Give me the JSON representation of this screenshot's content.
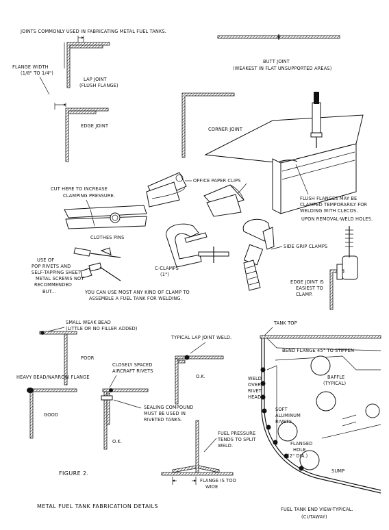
{
  "figure": {
    "caption": "FIGURE 2.",
    "title": "METAL FUEL TANK FABRICATION DETAILS"
  },
  "joints": {
    "intro": "JOINTS COMMONLY USED IN FABRICATING METAL FUEL TANKS.",
    "flange_width_line1": "FLANGE WIDTH",
    "flange_width_line2": "(1/8\" TO 1/4\")",
    "lap_joint_line1": "LAP JOINT",
    "lap_joint_line2": "(FLUSH FLANGE)",
    "edge_joint": "EDGE JOINT",
    "butt_joint_line1": "BUTT JOINT",
    "butt_joint_line2": "(WEAKEST IN FLAT UNSUPPORTED AREAS)",
    "corner_joint": "CORNER JOINT"
  },
  "clamping": {
    "cut_here_line1": "CUT HERE TO INCREASE",
    "cut_here_line2": "CLAMPING PRESSURE.",
    "office_clips": "OFFICE PAPER CLIPS",
    "clothes_pins": "CLOTHES PINS",
    "c_clamps_line1": "C-CLAMPS",
    "c_clamps_line2": "(1\")",
    "side_grip": "SIDE GRIP CLAMPS",
    "flush_line1": "FLUSH FLANGES MAY BE",
    "flush_line2": "CLAMPED TEMPORARILY FOR",
    "flush_line3": "WELDING WITH CLECOS.",
    "flush_line4": "UPON REMOVAL-WELD HOLES.",
    "pop_line1": "USE OF",
    "pop_line2": "POP RIVETS AND",
    "pop_line3": "SELF-TAPPING SHEET",
    "pop_line4": "METAL SCREWS NOT",
    "pop_line5": "RECOMMENDED",
    "but": "BUT...",
    "any_clamp_line1": "YOU CAN USE MOST ANY KIND OF CLAMP TO",
    "any_clamp_line2": "ASSEMBLE A FUEL TANK FOR WELDING.",
    "edge_easy_line1": "EDGE JOINT IS",
    "edge_easy_line2": "EASIEST TO",
    "edge_easy_line3": "CLAMP."
  },
  "welds": {
    "small_bead_line1": "SMALL WEAK BEAD",
    "small_bead_line2": "(LITTLE OR NO FILLER ADDED)",
    "poor": "POOR",
    "heavy_bead": "HEAVY BEAD/NARROW FLANGE",
    "good": "GOOD",
    "rivets_line1": "CLOSELY SPACED",
    "rivets_line2": "AIRCRAFT RIVETS",
    "sealing_line1": "SEALING COMPOUND",
    "sealing_line2": "MUST BE USED IN",
    "sealing_line3": "RIVETED TANKS.",
    "ok_rivets": "O.K.",
    "typical_lap": "TYPICAL LAP JOINT WELD.",
    "ok_lap": "O.K.",
    "pressure_line1": "FUEL PRESSURE",
    "pressure_line2": "TENDS TO SPLIT",
    "pressure_line3": "WELD.",
    "too_wide_line1": "FLANGE IS TOO",
    "too_wide_line2": "WIDE"
  },
  "tank": {
    "top": "TANK TOP",
    "bend": "BEND FLANGE 45° TO STIFFEN",
    "weld_rivets_line1": "WELD",
    "weld_rivets_line2": "OVER",
    "weld_rivets_line3": "RIVET",
    "weld_rivets_line4": "HEADS.",
    "baffle_line1": "BAFFLE",
    "baffle_line2": "(TYPICAL)",
    "soft_line1": "SOFT",
    "soft_line2": "ALUMINUM",
    "soft_line3": "RIVETS",
    "flanged_line1": "FLANGED",
    "flanged_line2": "HOLE",
    "flanged_line3": "(2\" DIA.)",
    "sump": "SUMP",
    "end_view_line1": "FUEL TANK END VIEW-TYPICAL.",
    "end_view_line2": "(CUTAWAY)"
  }
}
